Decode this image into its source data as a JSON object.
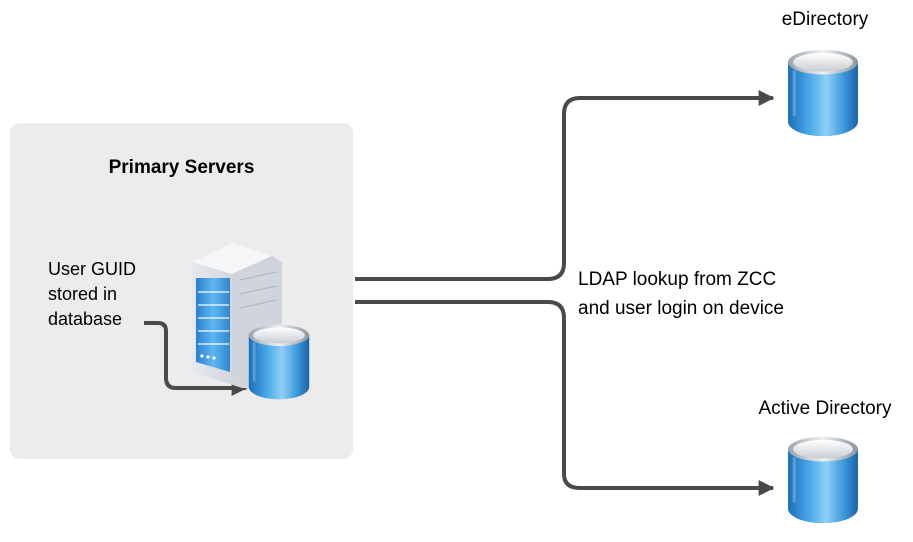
{
  "primary_box": {
    "title": "Primary Servers"
  },
  "guid_note": {
    "lines": [
      "User GUID",
      "stored in",
      "database"
    ]
  },
  "connection_note": {
    "lines": [
      "LDAP lookup from ZCC",
      "and user login on device"
    ]
  },
  "targets": {
    "edirectory": {
      "label": "eDirectory"
    },
    "active_directory": {
      "label": "Active Directory"
    }
  },
  "icons": {
    "server": "server-tower-icon",
    "database": "database-cylinder-icon"
  },
  "colors": {
    "box_fill": "#ececec",
    "connector": "#4a4a4a",
    "cylinder_blue": "#2f8fd8",
    "cylinder_light": "#bfe2f7",
    "server_front": "#3a98e0"
  }
}
